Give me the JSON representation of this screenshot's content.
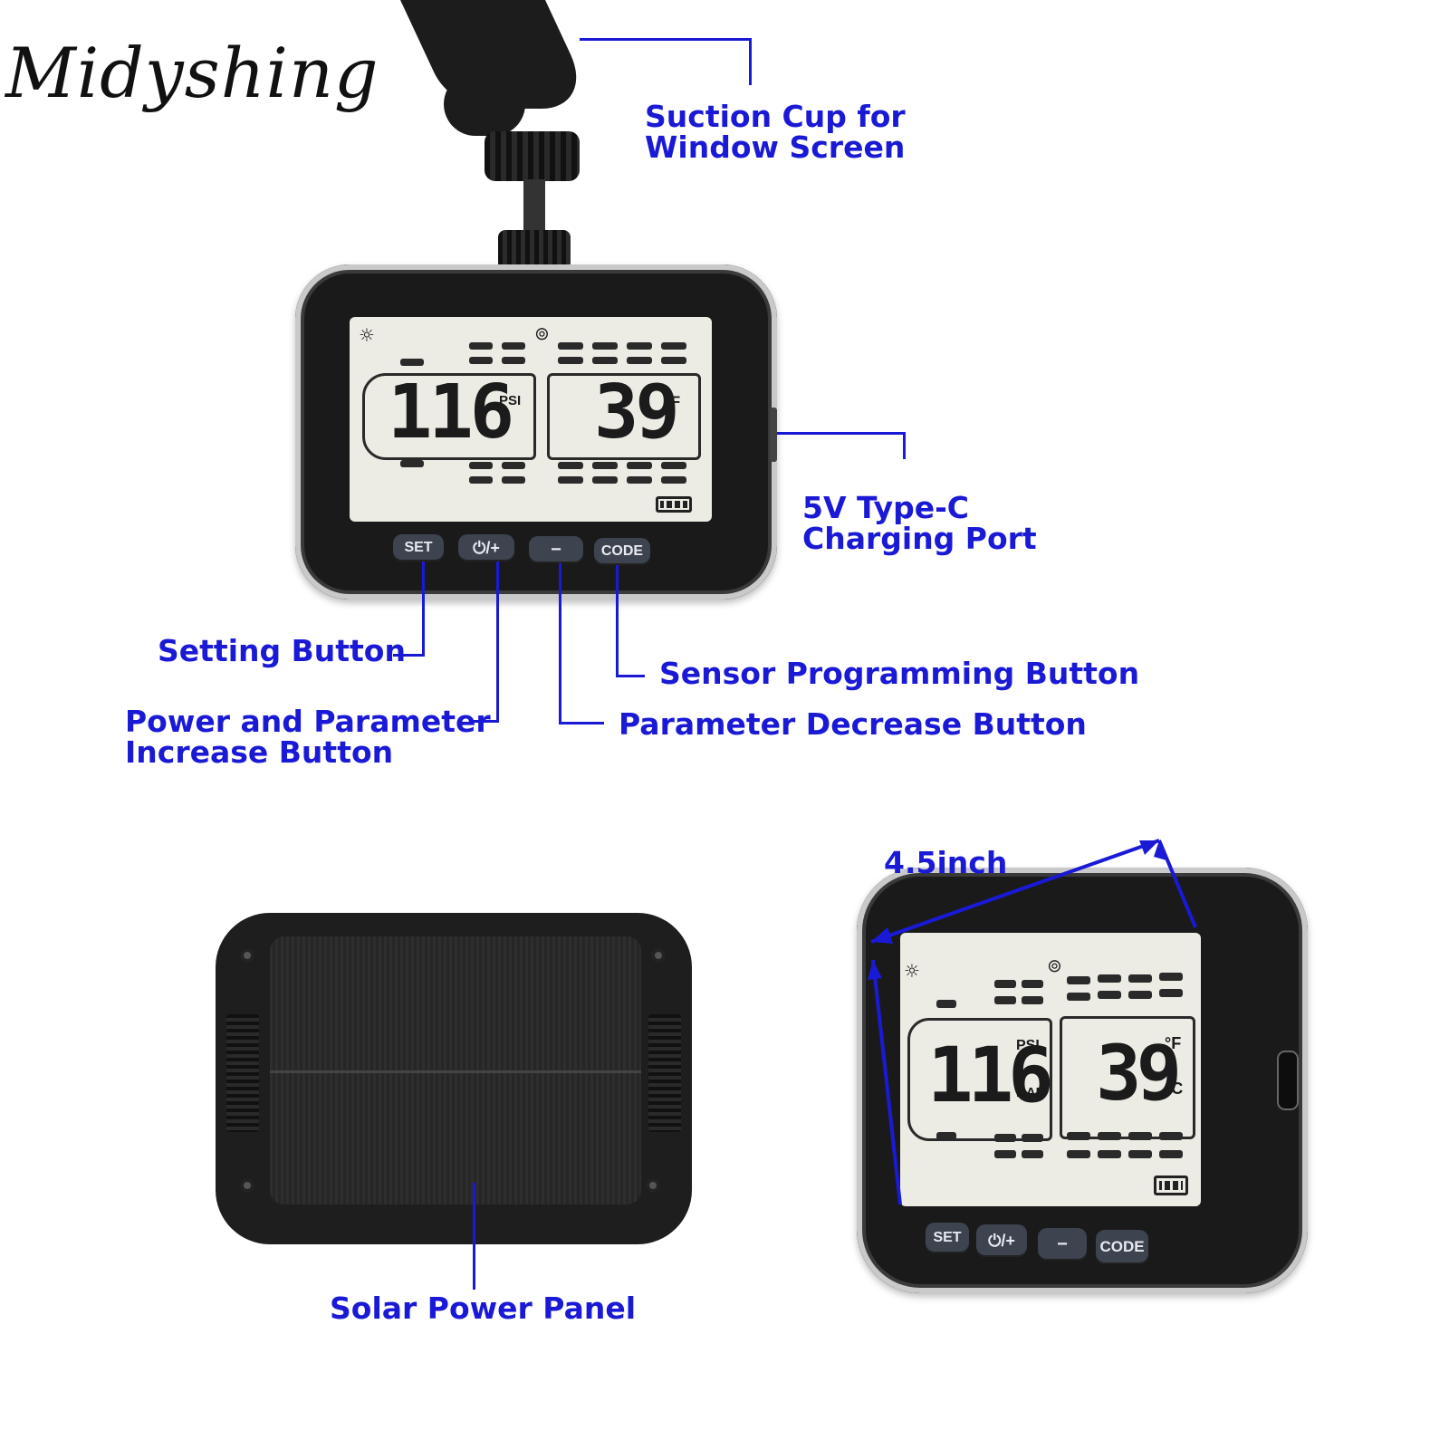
{
  "brand": "Midyshing",
  "top_device": {
    "pressure": "116",
    "pressure_unit": "PSI",
    "temperature": "39",
    "temperature_unit": "°F",
    "buttons": {
      "set": "SET",
      "power_plus": "⏻/+",
      "minus": "−",
      "code": "CODE"
    }
  },
  "callouts": {
    "suction": [
      "Suction Cup for",
      "Window Screen"
    ],
    "charging": [
      "5V Type-C",
      "Charging Port"
    ],
    "setting": "Setting Button",
    "power": [
      "Power and Parameter",
      "Increase Button"
    ],
    "sensor": "Sensor Programming Button",
    "decrease": "Parameter Decrease Button",
    "solar": "Solar Power Panel",
    "size": "4.5inch"
  },
  "side_device": {
    "pressure": "116",
    "pressure_unit_1": "PSI",
    "pressure_unit_2": "BAR",
    "temperature": "39",
    "temperature_unit_1": "°F",
    "temperature_unit_2": "°C",
    "buttons": {
      "set": "SET",
      "power_plus": "⏻/+",
      "minus": "−",
      "code": "CODE"
    }
  },
  "colors": {
    "callout": "#1a1ad6",
    "lcd": "#ecebe4",
    "body": "#1a1a1a"
  }
}
